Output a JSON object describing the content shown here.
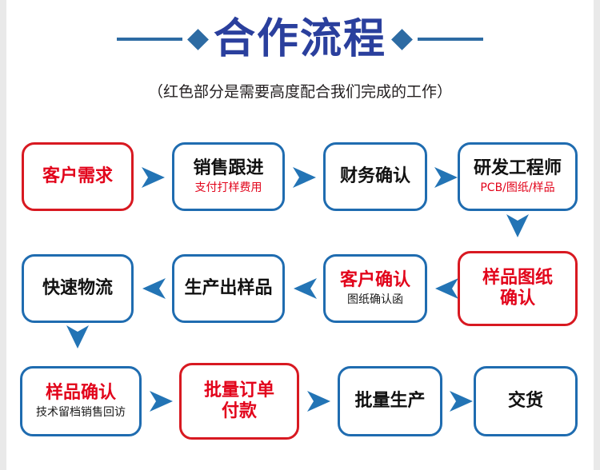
{
  "header": {
    "title": "合作流程",
    "subtitle": "（红色部分是需要高度配合我们完成的工作）",
    "ornament_left_icon": "horizontal-rule",
    "diamond_left_icon": "diamond-icon",
    "diamond_right_icon": "diamond-icon",
    "ornament_right_icon": "horizontal-rule"
  },
  "colors": {
    "title_blue": "#2a3f9d",
    "ornament_blue": "#2d6ba3",
    "border_blue": "#1f6cb0",
    "border_red": "#d81921",
    "text_red": "#e2041b",
    "text_black": "#111111",
    "arrow_blue": "#2374b5",
    "page_background": "#ffffff",
    "canvas_background": "#e9e9e9"
  },
  "flow": {
    "rows": [
      {
        "direction": "left-to-right",
        "nodes": [
          {
            "id": "customer-requirement",
            "main": "客户需求",
            "sub": "",
            "border": "red",
            "main_color": "red",
            "sub_color": "red"
          },
          {
            "id": "sales-follow-up",
            "main": "销售跟进",
            "sub": "支付打样费用",
            "border": "blue",
            "main_color": "black",
            "sub_color": "red"
          },
          {
            "id": "finance-confirm",
            "main": "财务确认",
            "sub": "",
            "border": "blue",
            "main_color": "black",
            "sub_color": "red"
          },
          {
            "id": "rd-engineer",
            "main": "研发工程师",
            "sub": "PCB/图纸/样品",
            "border": "blue",
            "main_color": "black",
            "sub_color": "red"
          }
        ]
      },
      {
        "direction": "right-to-left",
        "nodes": [
          {
            "id": "fast-logistics",
            "main": "快速物流",
            "sub": "",
            "border": "blue",
            "main_color": "black",
            "sub_color": "red"
          },
          {
            "id": "produce-sample",
            "main": "生产出样品",
            "sub": "",
            "border": "blue",
            "main_color": "black",
            "sub_color": "red"
          },
          {
            "id": "customer-confirm",
            "main": "客户确认",
            "sub": "图纸确认函",
            "border": "blue",
            "main_color": "red",
            "sub_color": "black"
          },
          {
            "id": "sample-drawing-confirm",
            "main": "样品图纸\n确认",
            "sub": "",
            "border": "red",
            "main_color": "red",
            "sub_color": "red"
          }
        ]
      },
      {
        "direction": "left-to-right",
        "nodes": [
          {
            "id": "sample-confirm",
            "main": "样品确认",
            "sub": "技术留档销售回访",
            "border": "blue",
            "main_color": "red",
            "sub_color": "black"
          },
          {
            "id": "bulk-order-payment",
            "main": "批量订单\n付款",
            "sub": "",
            "border": "red",
            "main_color": "red",
            "sub_color": "red"
          },
          {
            "id": "mass-production",
            "main": "批量生产",
            "sub": "",
            "border": "blue",
            "main_color": "black",
            "sub_color": "red"
          },
          {
            "id": "delivery",
            "main": "交货",
            "sub": "",
            "border": "blue",
            "main_color": "black",
            "sub_color": "red"
          }
        ]
      }
    ],
    "connectors": [
      {
        "id": "arrow-r1-1",
        "icon": "arrow-right-icon"
      },
      {
        "id": "arrow-r1-2",
        "icon": "arrow-right-icon"
      },
      {
        "id": "arrow-r1-3",
        "icon": "arrow-right-icon"
      },
      {
        "id": "arrow-down-right",
        "icon": "arrow-down-icon"
      },
      {
        "id": "arrow-r2-1",
        "icon": "arrow-left-icon"
      },
      {
        "id": "arrow-r2-2",
        "icon": "arrow-left-icon"
      },
      {
        "id": "arrow-r2-3",
        "icon": "arrow-left-icon"
      },
      {
        "id": "arrow-down-left",
        "icon": "arrow-down-icon"
      },
      {
        "id": "arrow-r3-1",
        "icon": "arrow-right-icon"
      },
      {
        "id": "arrow-r3-2",
        "icon": "arrow-right-icon"
      },
      {
        "id": "arrow-r3-3",
        "icon": "arrow-right-icon"
      }
    ]
  }
}
